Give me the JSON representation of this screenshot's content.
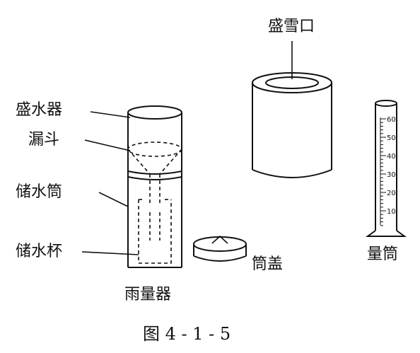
{
  "labels": {
    "snow_mouth": "盛雪口",
    "water_container": "盛水器",
    "funnel": "漏斗",
    "storage_cylinder": "储水筒",
    "storage_cup": "储水杯",
    "cylinder_lid": "筒盖",
    "rain_gauge": "雨量器",
    "measuring_cylinder": "量筒"
  },
  "caption": "图 4 - 1 - 5",
  "scale": {
    "ticks": [
      "60",
      "50",
      "40",
      "30",
      "20",
      "10"
    ]
  },
  "colors": {
    "stroke": "#111111",
    "background": "#ffffff"
  }
}
